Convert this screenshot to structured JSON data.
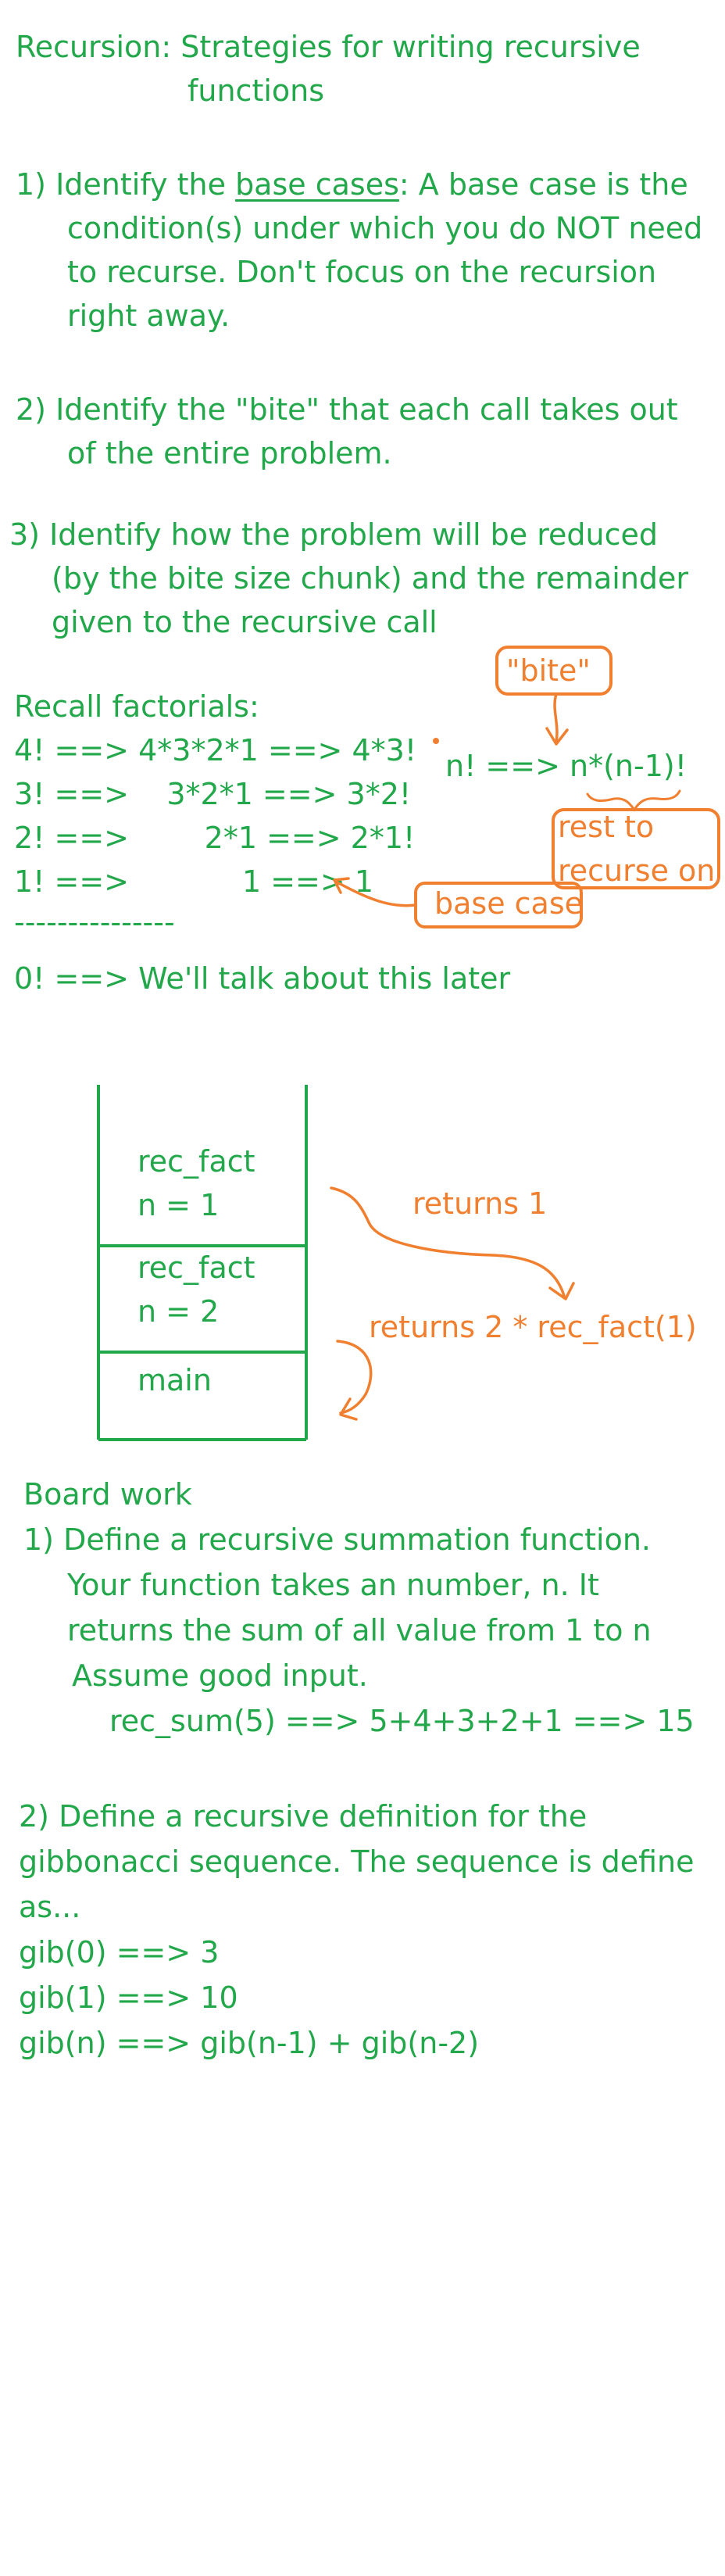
{
  "title": {
    "line1": "Recursion: Strategies for writing recursive",
    "line2": "functions"
  },
  "strategies": {
    "s1": {
      "prefix": "1) Identify the ",
      "underlined": "base cases",
      "suffix": ": A base case is the",
      "cont": [
        "condition(s) under which you do NOT need",
        "to recurse. Don't focus on the recursion",
        "right away."
      ]
    },
    "s2": {
      "line1": "2) Identify the \"bite\" that each call takes out",
      "line2": "of the entire problem."
    },
    "s3": {
      "line1": "3) Identify how the problem will be reduced",
      "line2": "(by the bite size chunk) and the remainder",
      "line3": "given to the recursive call"
    }
  },
  "factorials": {
    "heading": "Recall factorials:",
    "lines": [
      "4! ==> 4*3*2*1 ==> 4*3!",
      "3! ==>    3*2*1 ==> 3*2!",
      "2! ==>        2*1 ==> 2*1!",
      "1! ==>            1 ==> 1"
    ],
    "divider": "---------------",
    "zero": "0! ==> We'll talk about this later",
    "formula": "n! ==> n*(n-1)!",
    "bite": "\"bite\"",
    "rest1": "rest to",
    "rest2": "recurse on",
    "base_case": "base case"
  },
  "stack": {
    "frame1": {
      "name": "rec_fact",
      "arg": "n = 1"
    },
    "frame2": {
      "name": "rec_fact",
      "arg": "n = 2"
    },
    "frame3": {
      "name": "main"
    },
    "returns1": "returns 1",
    "returns2": "returns 2 * rec_fact(1)"
  },
  "board": {
    "heading": "Board work",
    "q1": {
      "line1": "1) Define a recursive summation function.",
      "line2": "Your function takes an number, n. It",
      "line3": "returns the sum of all value from 1 to n",
      "line4": "Assume good input.",
      "example": "rec_sum(5) ==> 5+4+3+2+1 ==> 15"
    },
    "q2": {
      "line1": "2) Define a recursive definition for the",
      "line2": "gibbonacci sequence. The sequence is define",
      "line3": "as...",
      "gib0": "gib(0) ==> 3",
      "gib1": "gib(1) ==> 10",
      "gibn": "gib(n) ==> gib(n-1) + gib(n-2)"
    }
  },
  "colors": {
    "ink_green": "#22a84a",
    "ink_orange": "#f08030",
    "paper": "#ffffff"
  }
}
